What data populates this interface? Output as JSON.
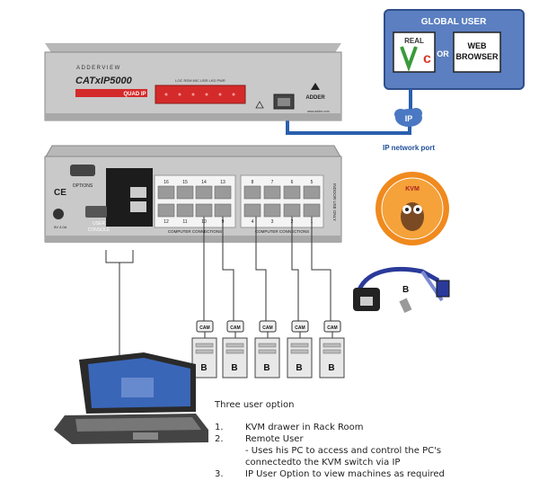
{
  "global_user": {
    "title": "GLOBAL USER",
    "vnc_logo_text": "REAL",
    "or_label": "OR",
    "web_browser_line1": "WEB",
    "web_browser_line2": "BROWSER"
  },
  "ip_cloud_label": "IP",
  "ip_port_label": "IP network port",
  "device_front": {
    "brand": "ADDERVIEW",
    "model": "CATxIP5000",
    "subtitle": "QUAD IP",
    "logo_text": "ADDER",
    "leds": "LOC REM MIC USR LKD PWR",
    "url": "www.adder.com"
  },
  "device_back": {
    "options_label": "OPTIONS",
    "power_label": "5V 4.0A",
    "user_console_line1": "USER",
    "user_console_line2": "CONSOLE",
    "indoor_label": "INDOOR USE ONLY",
    "ports_top_left": [
      "16",
      "15",
      "14",
      "13"
    ],
    "ports_bottom_left": [
      "12",
      "11",
      "10",
      "9"
    ],
    "ports_top_right": [
      "8",
      "7",
      "6",
      "5"
    ],
    "ports_bottom_right": [
      "4",
      "3",
      "2",
      "1"
    ],
    "connections_label_left": "COMPUTER CONNECTIONS",
    "connections_label_right": "COMPUTER CONNECTIONS"
  },
  "badge_text": "KVM",
  "cam_adapter_label": "B",
  "cam_label": "CAM",
  "computers": [
    "B",
    "B",
    "B",
    "B",
    "B"
  ],
  "notes": {
    "heading": "Three user option",
    "items": [
      {
        "num": "1.",
        "text": "KVM drawer in Rack Room"
      },
      {
        "num": "2.",
        "text": "Remote User"
      },
      {
        "num": "",
        "text": "- Uses his PC to access and control the PC's"
      },
      {
        "num": "",
        "text": "connectedto the KVM switch via IP"
      },
      {
        "num": "3.",
        "text": "IP User Option to view machines as required"
      }
    ]
  },
  "colors": {
    "global_box": "#5b7fc0",
    "cable_blue": "#2a5fae",
    "led_red": "#d42a2a",
    "device_grey": "#c9c9c9"
  }
}
